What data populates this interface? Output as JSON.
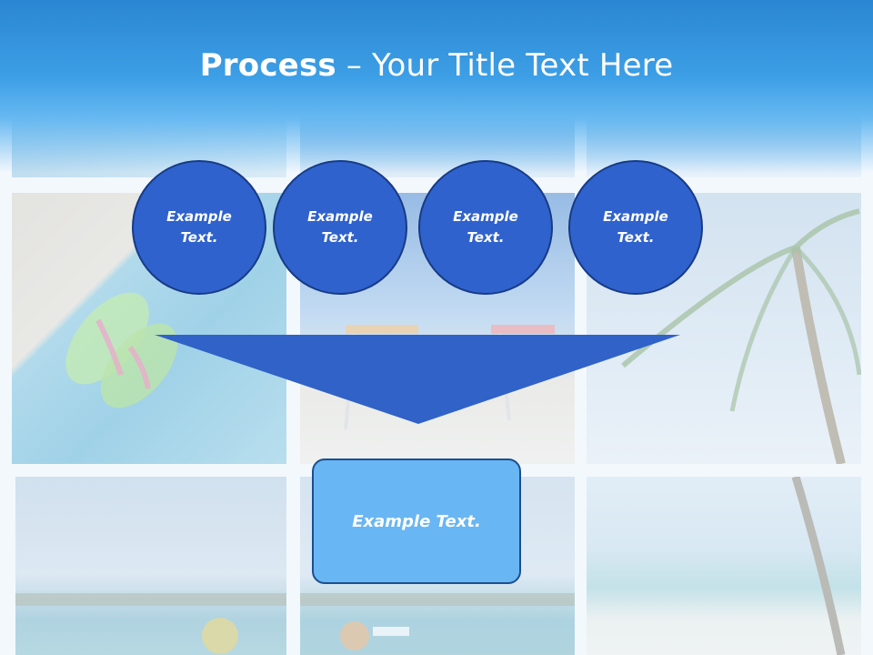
{
  "slide": {
    "title_bold": "Process",
    "title_rest": " – Your Title Text Here",
    "circles": [
      {
        "line1": "Example",
        "line2": "Text."
      },
      {
        "line1": "Example",
        "line2": "Text."
      },
      {
        "line1": "Example",
        "line2": "Text."
      },
      {
        "line1": "Example",
        "line2": "Text."
      }
    ],
    "result_text": "Example Text."
  },
  "colors": {
    "title_band": "#2a86d2",
    "circle_fill": "#2f62cc",
    "funnel_fill": "#3062c8",
    "result_fill": "#68b6f3"
  }
}
